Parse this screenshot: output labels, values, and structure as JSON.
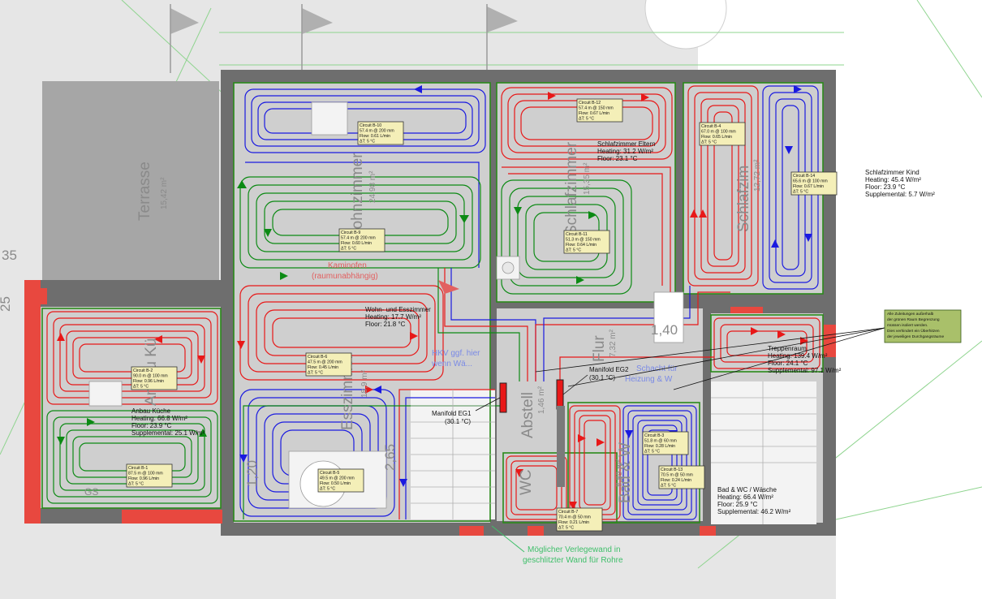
{
  "colors": {
    "supply": "#e81818",
    "return_blue": "#1a1ae0",
    "loop_green": "#0c8a14",
    "zone_outline": "#2a8a1a",
    "wall": "#6e6e6e",
    "wall_hatch": "#e8483f",
    "tag_fill": "#f4efb8",
    "annotation_fill": "#a9c06a"
  },
  "rooms": {
    "terrasse": {
      "name": "Terrasse",
      "area": "15,42 m²"
    },
    "wohnzimmer": {
      "name": "Wohnzimmer",
      "area": "24,98 m²"
    },
    "esszimmer": {
      "name": "Esszimmer",
      "area": "18,9 m²"
    },
    "schlafzimmer_eltern": {
      "name": "Schlafzimmer",
      "area": "15,35 m²"
    },
    "schlafzimmer_kind": {
      "name": "Schlafzim",
      "area": "12,72 m²"
    },
    "flur": {
      "name": "Flur",
      "area": "7,32 m²"
    },
    "abstell": {
      "name": "Abstell",
      "area": "1,46 m²"
    },
    "bad": {
      "name": "Bad & W",
      "area": "8,89 m²"
    },
    "wc": {
      "name": "WC",
      "area": ""
    },
    "anbau": {
      "name": "Anbau Kü",
      "area": ""
    }
  },
  "room_info": [
    {
      "id": "wohn",
      "lines": [
        "Wohn- und Esszimmer",
        "Heating: 17.7 W/m²",
        "Floor: 21.8 °C"
      ]
    },
    {
      "id": "eltern",
      "lines": [
        "Schlafzimmer Eltern",
        "Heating: 31.2 W/m²",
        "Floor: 23.1 °C"
      ]
    },
    {
      "id": "kind",
      "lines": [
        "Schlafzimmer Kind",
        "Heating: 45.4 W/m²",
        "Floor: 23.9 °C",
        "Supplemental: 5.7 W/m²"
      ]
    },
    {
      "id": "kueche",
      "lines": [
        "Anbau Küche",
        "Heating: 66.8 W/m²",
        "Floor: 23.9 °C",
        "Supplemental: 25.1 W/m²"
      ]
    },
    {
      "id": "treppe",
      "lines": [
        "Treppenraum",
        "Heating: 139.4 W/m²",
        "Floor: 24.1 °C",
        "Supplemental: 97.1 W/m²"
      ]
    },
    {
      "id": "bad",
      "lines": [
        "Bad & WC / Wäsche",
        "Heating: 66.4 W/m²",
        "Floor: 25.9 °C",
        "Supplemental: 46.2 W/m²"
      ]
    }
  ],
  "circuits": [
    {
      "id": "B-10",
      "lines": [
        "Circuit B-10",
        "57.4 m @ 200 mm",
        "Flow: 0.61 L/min",
        "ΔT: 5 °C"
      ]
    },
    {
      "id": "B-9",
      "lines": [
        "Circuit B-9",
        "57.4 m @ 200 mm",
        "Flow: 0.60 L/min",
        "ΔT: 5 °C"
      ]
    },
    {
      "id": "B-6",
      "lines": [
        "Circuit B-6",
        "47.5 m @ 200 mm",
        "Flow: 0.45 L/min",
        "ΔT: 5 °C"
      ]
    },
    {
      "id": "B-5",
      "lines": [
        "Circuit B-5",
        "49.5 m @ 200 mm",
        "Flow: 0.50 L/min",
        "ΔT: 5 °C"
      ]
    },
    {
      "id": "B-2",
      "lines": [
        "Circuit B-2",
        "90.0 m @ 100 mm",
        "Flow: 0.96 L/min",
        "ΔT: 5 °C"
      ]
    },
    {
      "id": "B-1",
      "lines": [
        "Circuit B-1",
        "87.5 m @ 100 mm",
        "Flow: 0.96 L/min",
        "ΔT: 5 °C"
      ]
    },
    {
      "id": "B-12",
      "lines": [
        "Circuit B-12",
        "57.4 m @ 150 mm",
        "Flow: 0.67 L/min",
        "ΔT: 5 °C"
      ]
    },
    {
      "id": "B-11",
      "lines": [
        "Circuit B-11",
        "51.3 m @ 150 mm",
        "Flow: 0.64 L/min",
        "ΔT: 5 °C"
      ]
    },
    {
      "id": "B-4",
      "lines": [
        "Circuit B-4",
        "67.0 m @ 100 mm",
        "Flow: 0.65 L/min",
        "ΔT: 5 °C"
      ]
    },
    {
      "id": "B-14",
      "lines": [
        "Circuit B-14",
        "65.6 m @ 100 mm",
        "Flow: 0.67 L/min",
        "ΔT: 5 °C"
      ]
    },
    {
      "id": "B-3",
      "lines": [
        "Circuit B-3",
        "51.8 m @ 60 mm",
        "Flow: 0.28 L/min",
        "ΔT: 5 °C"
      ]
    },
    {
      "id": "B-13",
      "lines": [
        "Circuit B-13",
        "70.5 m @ 50 mm",
        "Flow: 0.24 L/min",
        "ΔT: 5 °C"
      ]
    },
    {
      "id": "B-7",
      "lines": [
        "Circuit B-7",
        "70.4 m @ 50 mm",
        "Flow: 0.21 L/min",
        "ΔT: 5 °C"
      ]
    }
  ],
  "manifolds": {
    "eg1": {
      "name": "Manifold EG1",
      "temp": "(30.1 °C)"
    },
    "eg2": {
      "name": "Manifold EG2",
      "temp": "(30.1 °C)"
    }
  },
  "notes": {
    "kaminofen": [
      "Kaminofen",
      "(raumunabhängig)"
    ],
    "hkv": [
      "HKV ggf. hier",
      "wenn Wä..."
    ],
    "schacht": [
      "Schacht für",
      "Heizung & W"
    ],
    "verlegewand": [
      "Möglicher Verlegewand in",
      "geschlitzter Wand für Rohre"
    ],
    "gs": "GS"
  },
  "annotation": {
    "lines": [
      "Alle Zuleitungen außerhalb",
      "der grünen Raum Begrenzung",
      "müssen isoliert werden.",
      "Dies verhindert ein Überhitzen",
      "der jeweiligen Durchgangsräume"
    ]
  },
  "dimensions": {
    "d35": "35",
    "d25": "25",
    "d140": "1,40",
    "d120": "1,20",
    "d265": "2,65"
  }
}
